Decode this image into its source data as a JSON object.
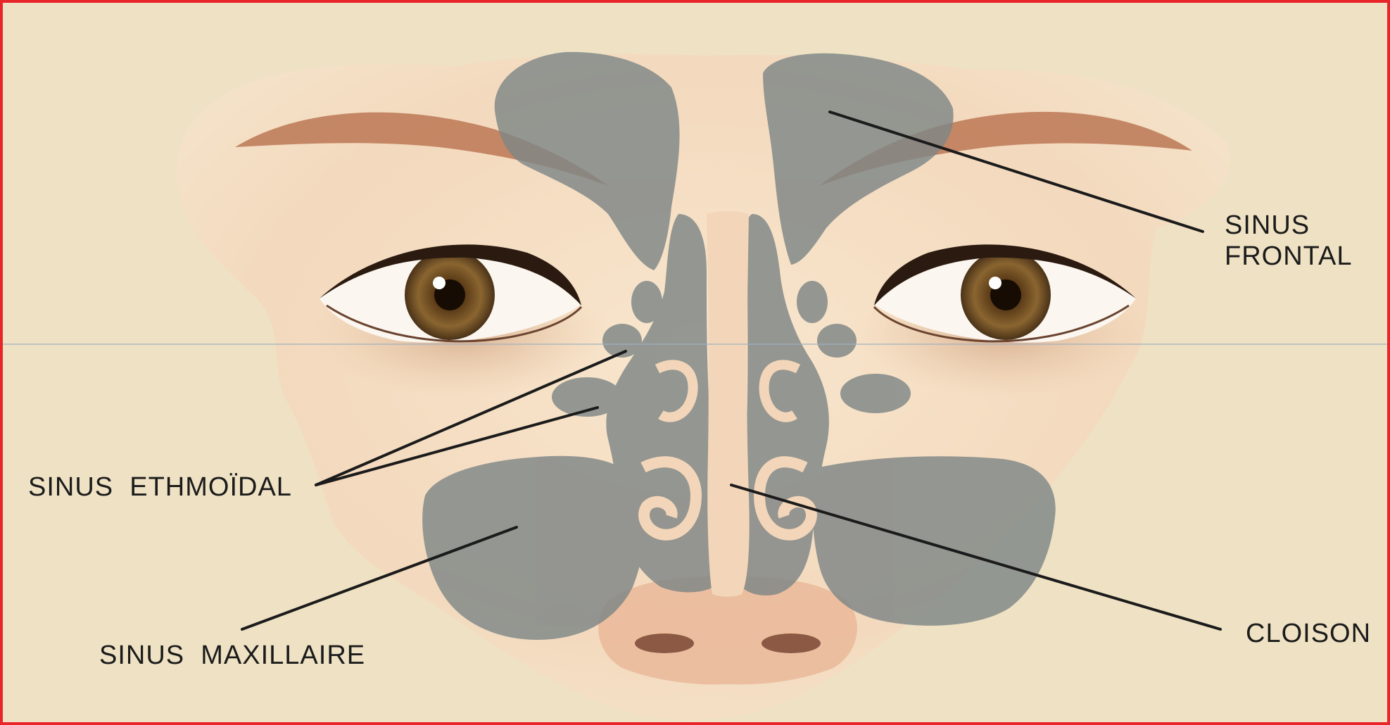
{
  "labels": {
    "frontal_line1": "SINUS",
    "frontal_line2": "FRONTAL",
    "ethmoidal": "SINUS  ETHMOÏDAL",
    "maxillaire": "SINUS  MAXILLAIRE",
    "cloison": "CLOISON"
  },
  "colors": {
    "frame_border": "#e8262a",
    "background": "#efe2c4",
    "skin": "#f6e3c9",
    "sinus": "#7f8686",
    "iris": "#7a5a2c",
    "leader_line": "#1b1b1b"
  }
}
